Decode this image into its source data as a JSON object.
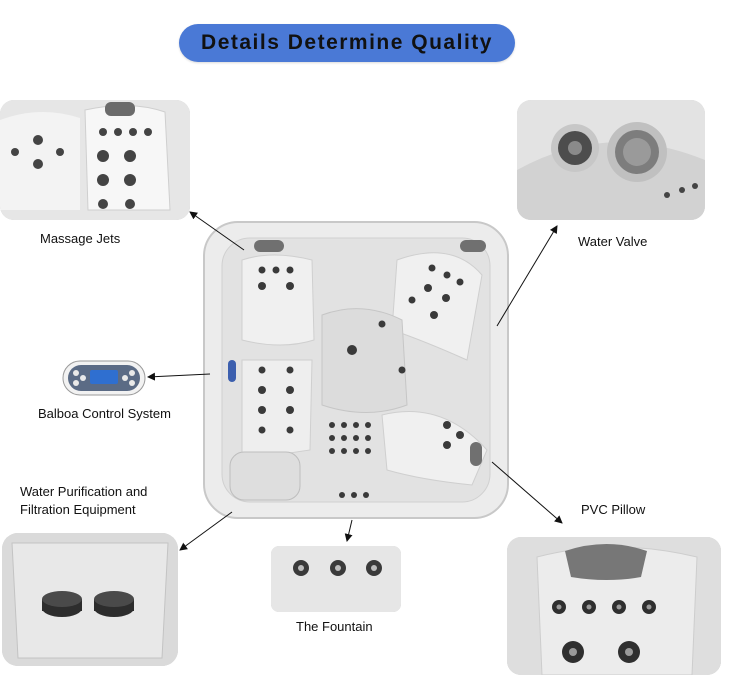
{
  "title": "Details Determine Quality",
  "labels": {
    "massage_jets": "Massage Jets",
    "water_valve": "Water Valve",
    "balboa": "Balboa Control System",
    "purification_line1": "Water Purification and",
    "purification_line2": "Filtration Equipment",
    "pvc_pillow": "PVC Pillow",
    "fountain": "The Fountain"
  },
  "colors": {
    "title_pill": "#4a79d6",
    "tub_shell": "#ececec",
    "jet": "#3a3a3a",
    "controller_screen": "#2f6fd0"
  }
}
